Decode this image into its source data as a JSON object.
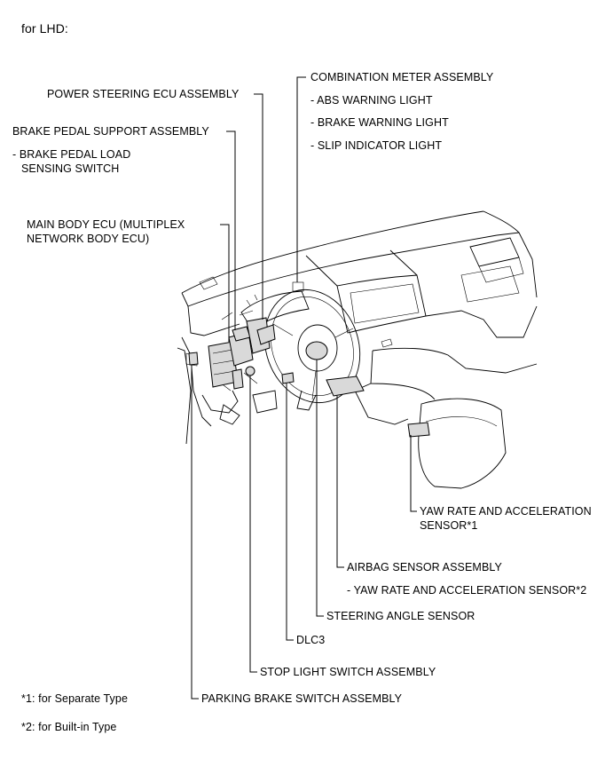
{
  "heading": "for LHD:",
  "labels": {
    "combination_meter": "COMBINATION METER ASSEMBLY",
    "abs_light": "- ABS WARNING LIGHT",
    "brake_light": "- BRAKE WARNING LIGHT",
    "slip_light": "- SLIP INDICATOR LIGHT",
    "power_steering_ecu": "POWER STEERING ECU ASSEMBLY",
    "brake_pedal_support": "BRAKE PEDAL SUPPORT ASSEMBLY",
    "brake_pedal_load_1": "- BRAKE PEDAL LOAD",
    "brake_pedal_load_2": "SENSING SWITCH",
    "main_body_ecu_1": "MAIN BODY ECU (MULTIPLEX",
    "main_body_ecu_2": "NETWORK BODY ECU)",
    "yaw_rate_1": "YAW RATE AND ACCELERATION",
    "yaw_rate_2": "SENSOR*1",
    "airbag_sensor": "AIRBAG SENSOR ASSEMBLY",
    "yaw_rate_builtin": "- YAW RATE AND ACCELERATION SENSOR*2",
    "steering_angle": "STEERING ANGLE SENSOR",
    "dlc3": "DLC3",
    "stop_light": "STOP LIGHT SWITCH ASSEMBLY",
    "parking_brake": "PARKING BRAKE SWITCH ASSEMBLY"
  },
  "footnotes": {
    "note1": "*1: for Separate Type",
    "note2": "*2: for Built-in Type"
  }
}
